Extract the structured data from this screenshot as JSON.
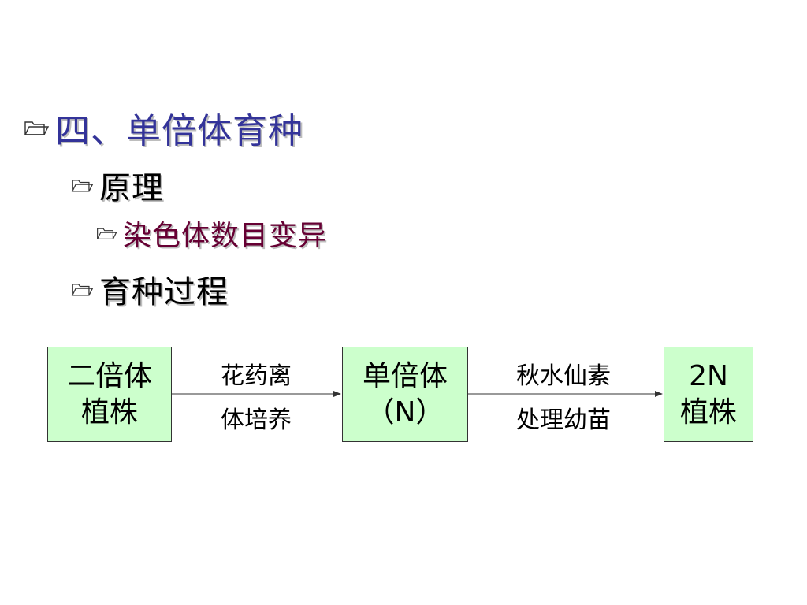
{
  "colors": {
    "heading": "#333399",
    "subitem": "#000000",
    "highlight": "#660033",
    "box_fill": "#ccffcc",
    "box_border": "#333333",
    "bullet_icon": "#333333"
  },
  "outline": {
    "heading": "四、单倍体育种",
    "principle": "原理",
    "principle_detail": "染色体数目变异",
    "process": "育种过程"
  },
  "flow": {
    "box1": {
      "line1": "二倍体",
      "line2": "植株"
    },
    "step1": {
      "line1": "花药离",
      "line2": "体培养"
    },
    "box2": {
      "line1": "单倍体",
      "line2": "（N）"
    },
    "step2": {
      "line1": "秋水仙素",
      "line2": "处理幼苗"
    },
    "box3": {
      "line1": "2N",
      "line2": "植株"
    }
  }
}
